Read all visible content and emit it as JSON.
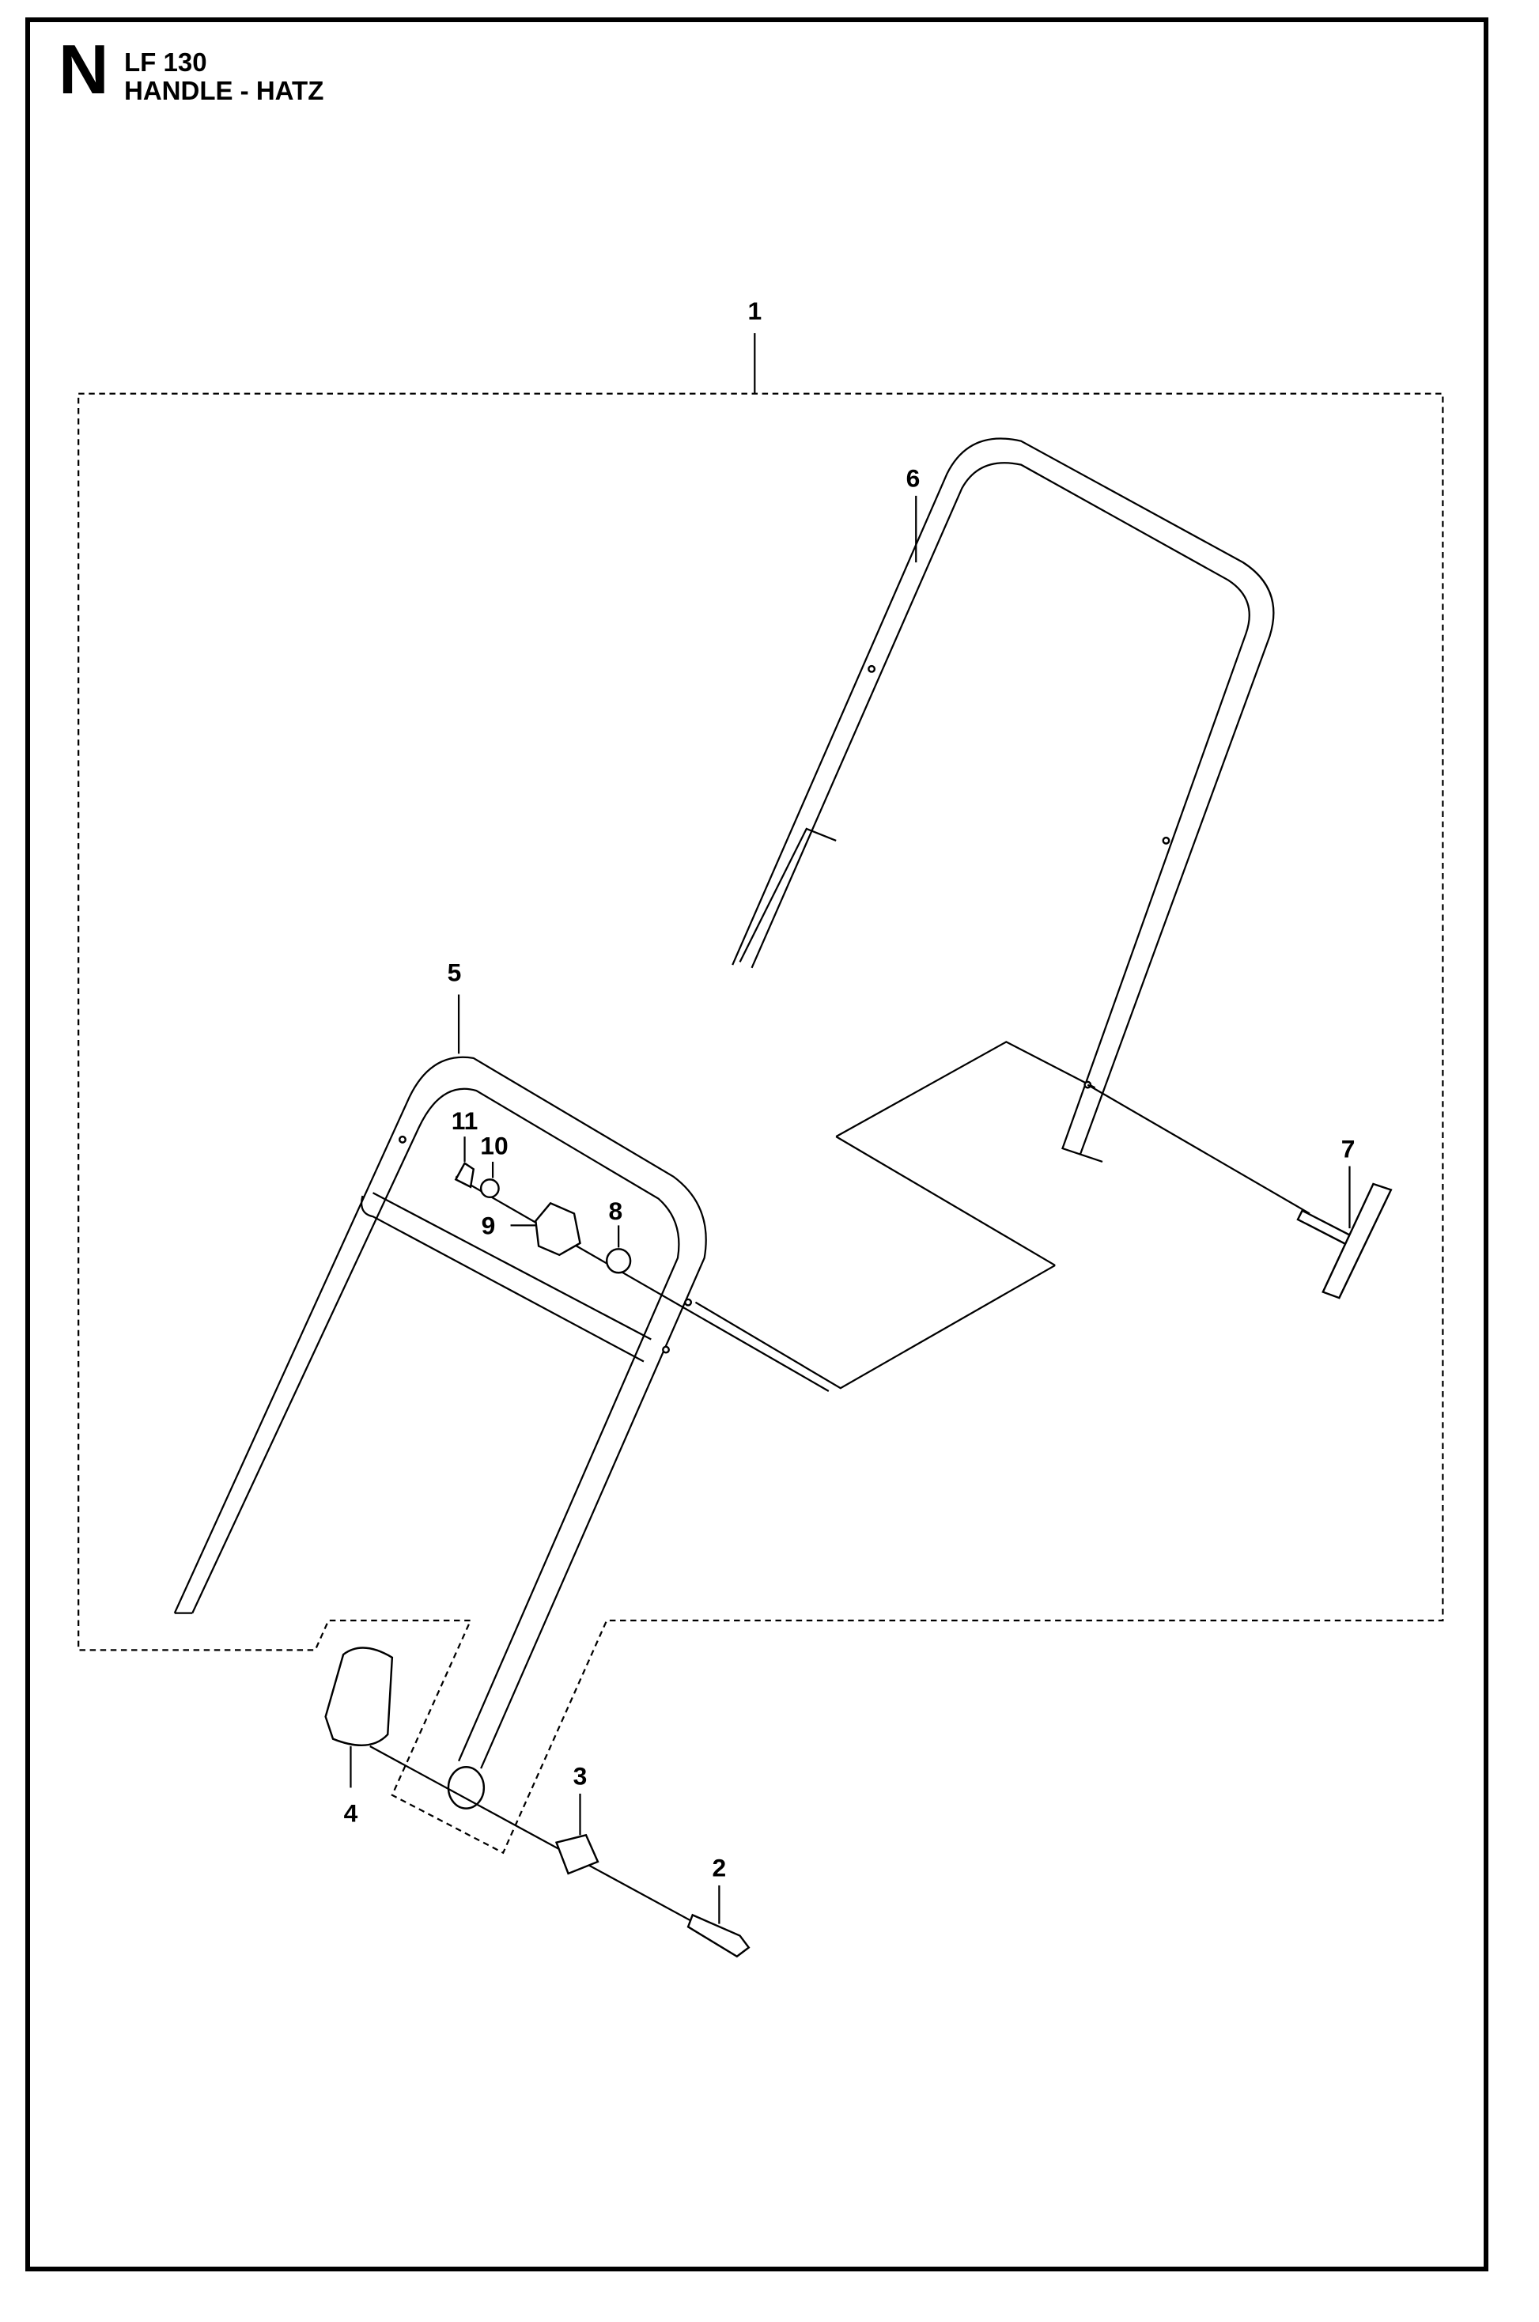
{
  "header": {
    "section_letter": "N",
    "model": "LF 130",
    "title": "HANDLE - HATZ"
  },
  "callouts": [
    {
      "id": "1",
      "label": "1"
    },
    {
      "id": "2",
      "label": "2"
    },
    {
      "id": "3",
      "label": "3"
    },
    {
      "id": "4",
      "label": "4"
    },
    {
      "id": "5",
      "label": "5"
    },
    {
      "id": "6",
      "label": "6"
    },
    {
      "id": "7",
      "label": "7"
    },
    {
      "id": "8",
      "label": "8"
    },
    {
      "id": "9",
      "label": "9"
    },
    {
      "id": "10",
      "label": "10"
    },
    {
      "id": "11",
      "label": "11"
    }
  ]
}
